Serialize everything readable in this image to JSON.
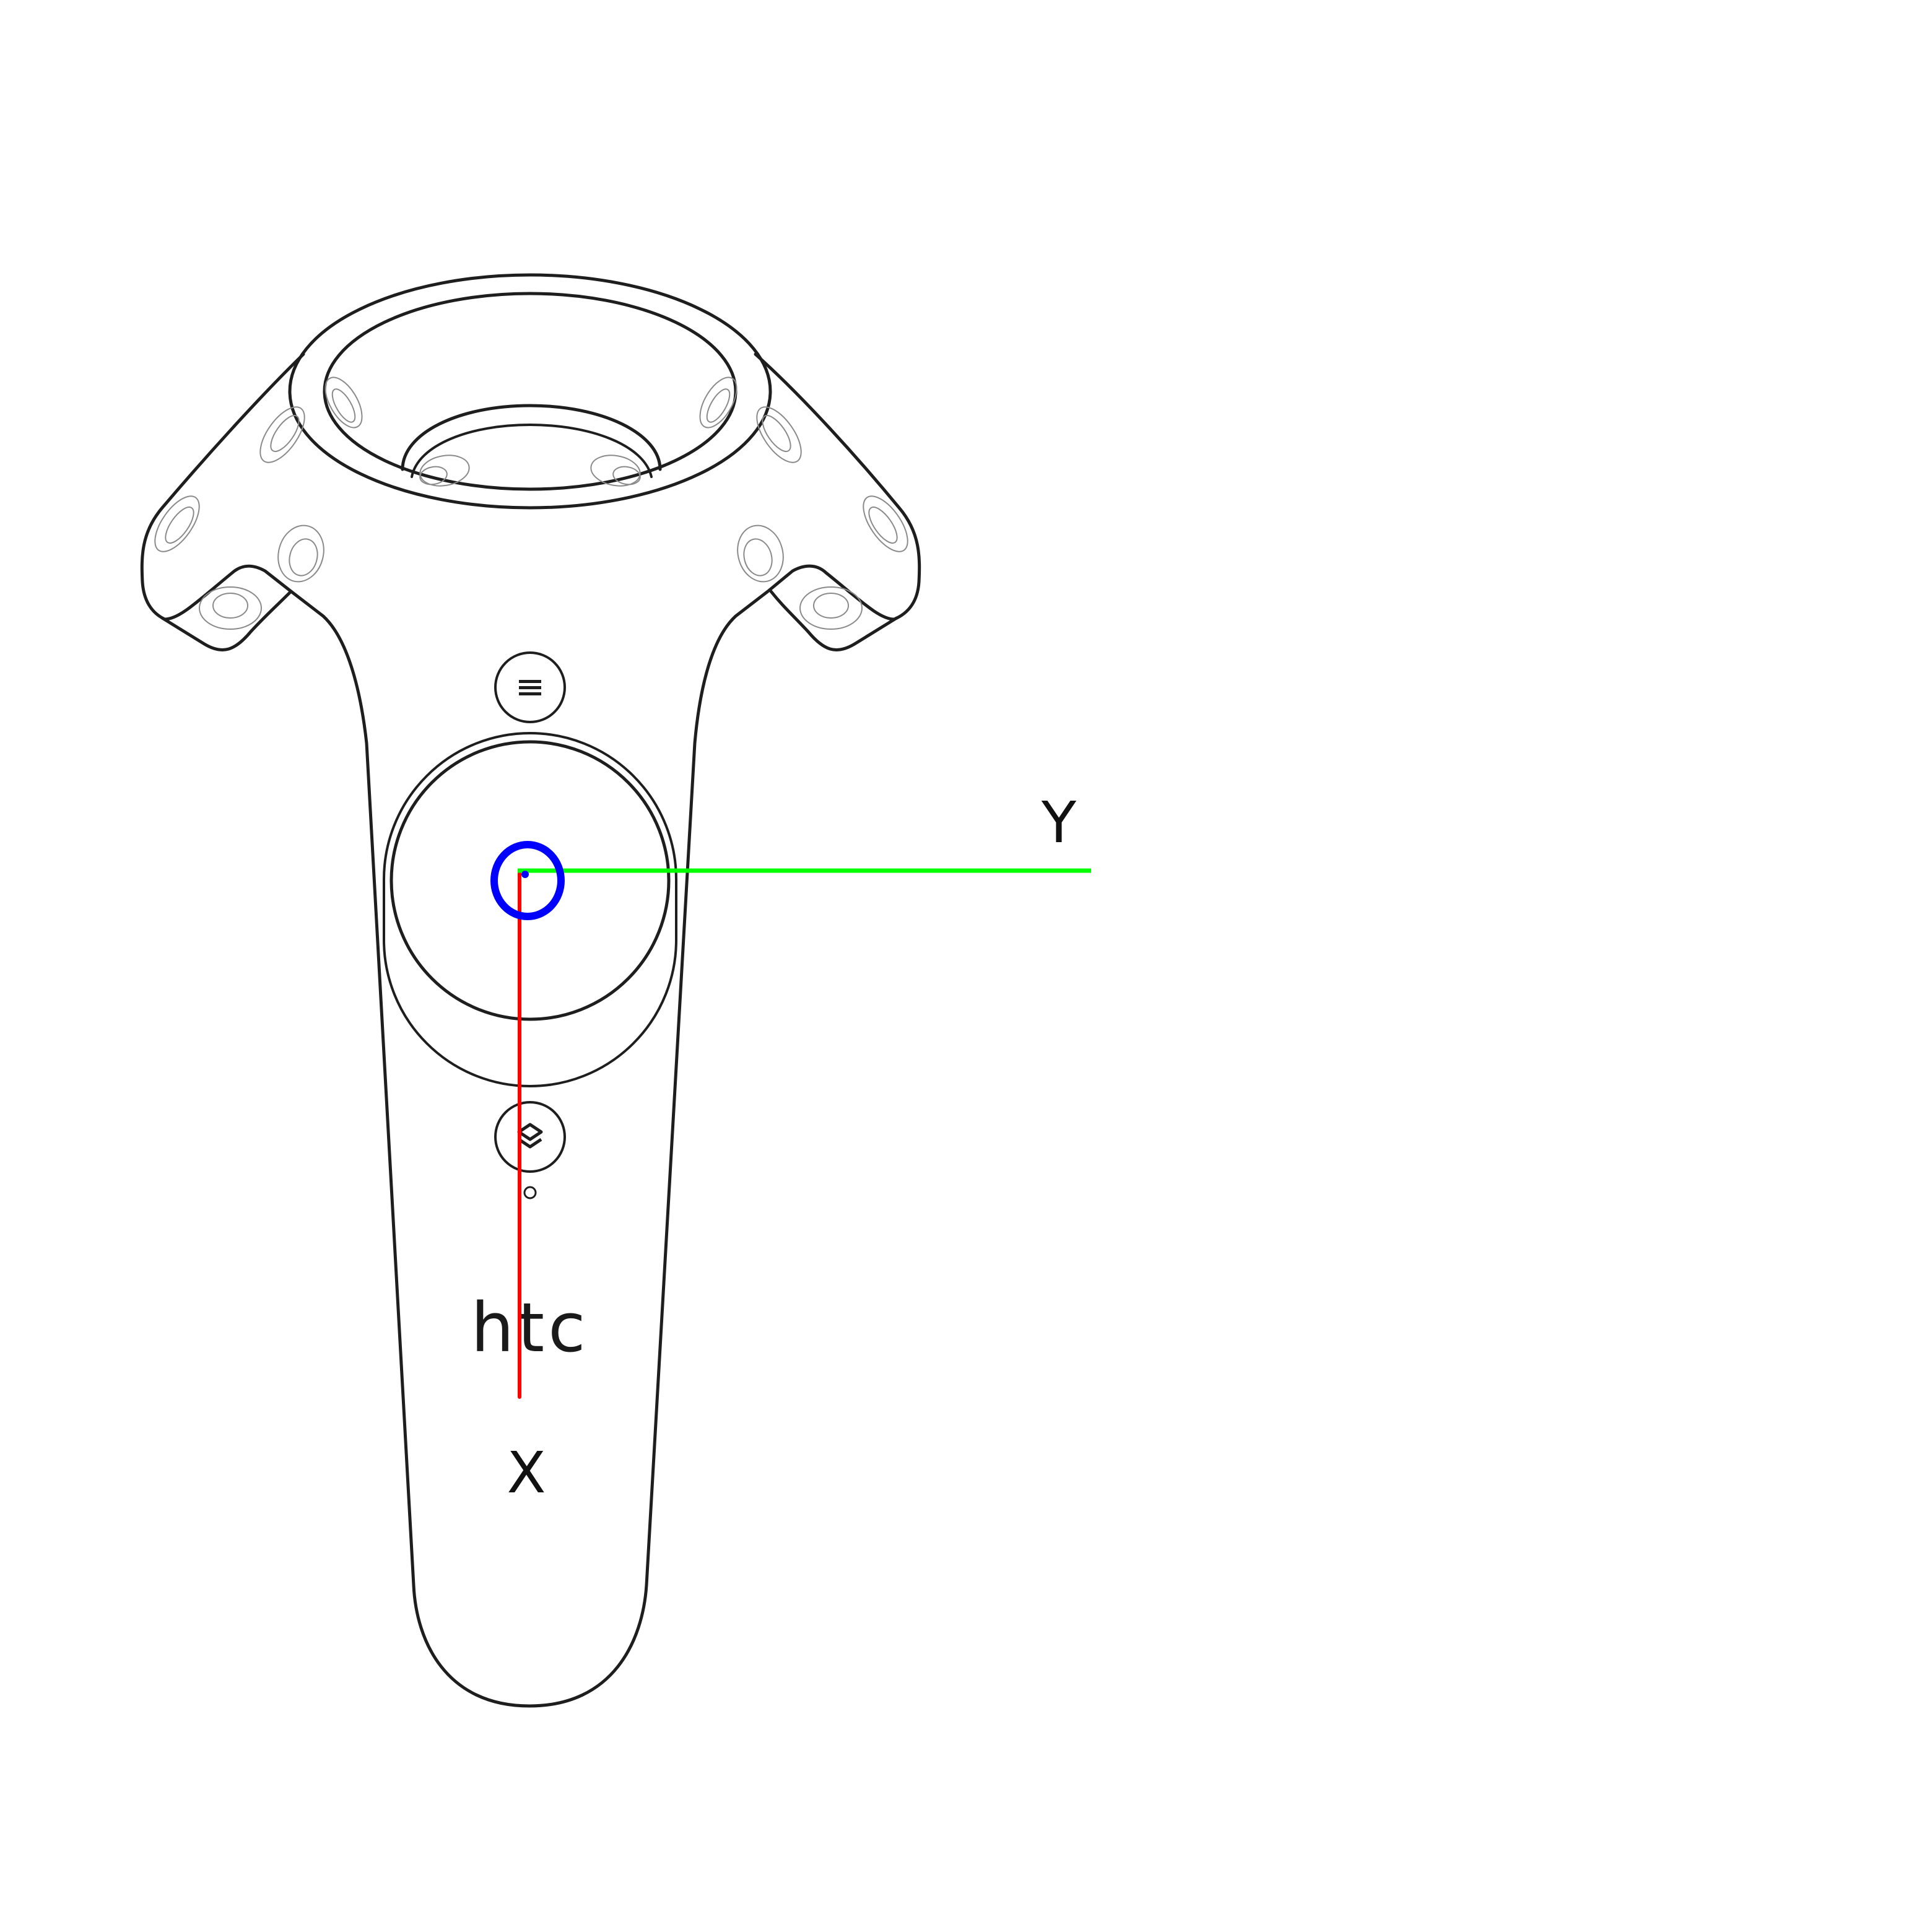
{
  "diagram": {
    "brand": "htc",
    "axes": {
      "x_label": "X",
      "y_label": "Y"
    },
    "colors": {
      "x_axis": "#ff0000",
      "y_axis": "#00ff00",
      "origin_marker": "#0000ff",
      "outline": "#1e1e1e",
      "sensors": "#8a8a8a"
    },
    "icons": {
      "top_button": "menu-icon",
      "bottom_button": "system-icon"
    }
  }
}
